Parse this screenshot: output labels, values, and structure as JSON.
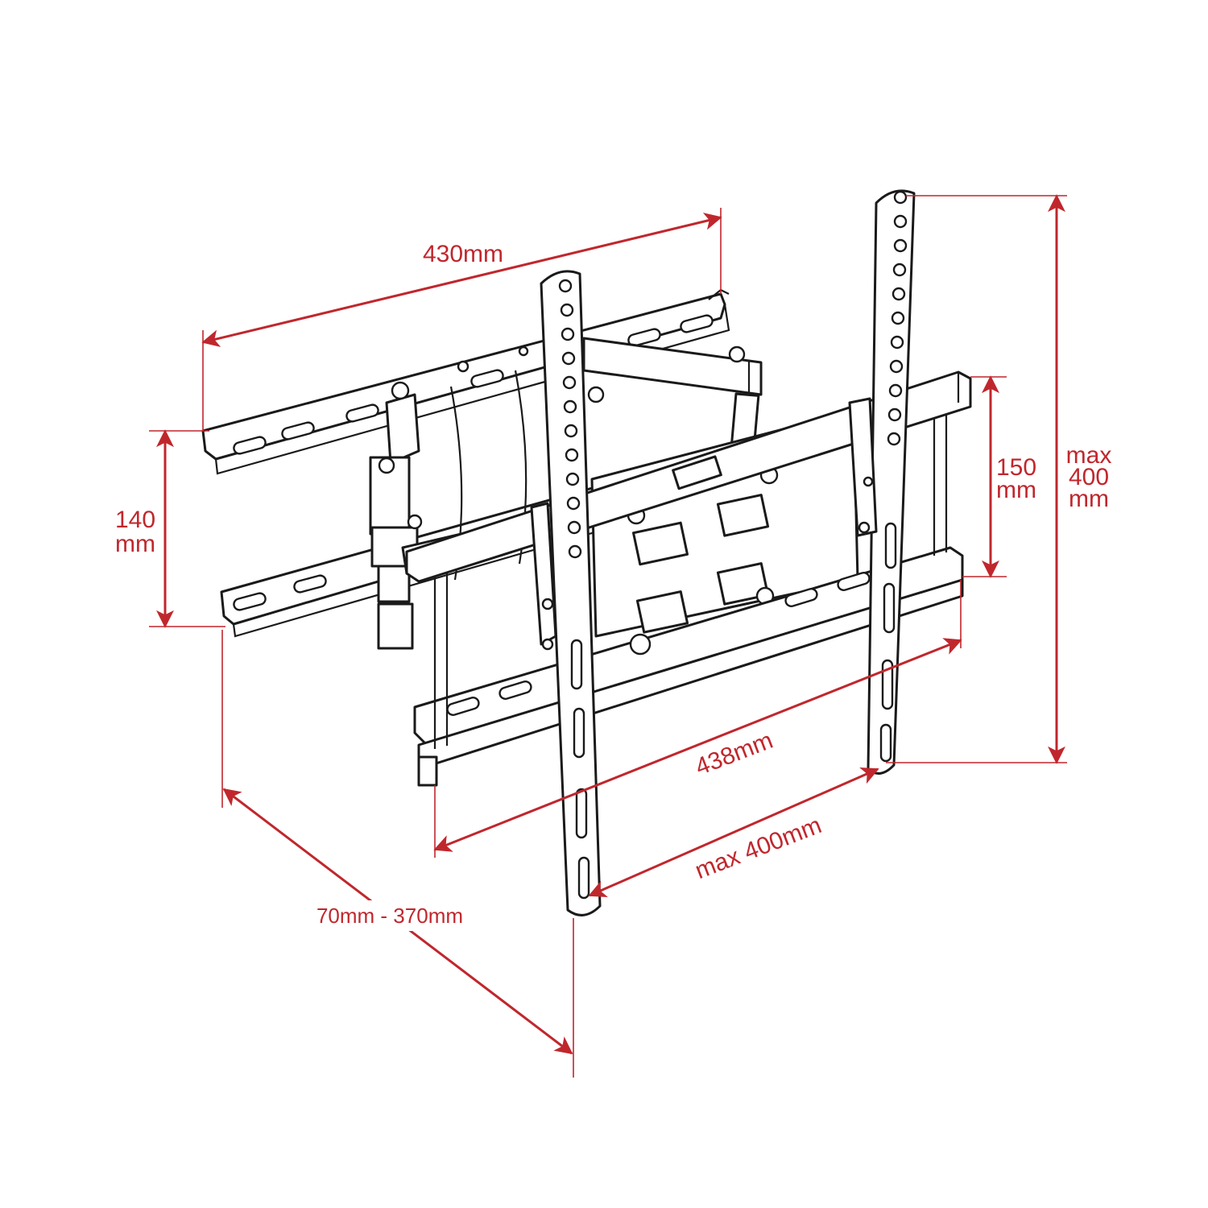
{
  "colors": {
    "dimension": "#c0272d",
    "outline": "#1a1a1a",
    "background": "#ffffff"
  },
  "dimensions": {
    "wall_plate_width": "430mm",
    "wall_plate_height_line1": "140",
    "wall_plate_height_line2": "mm",
    "arm_height_line1": "150",
    "arm_height_line2": "mm",
    "max_vertical_line1": "max",
    "max_vertical_line2": "400",
    "max_vertical_line3": "mm",
    "arm_width": "438mm",
    "max_horizontal": "max 400mm",
    "extension_range": "70mm - 370mm"
  }
}
